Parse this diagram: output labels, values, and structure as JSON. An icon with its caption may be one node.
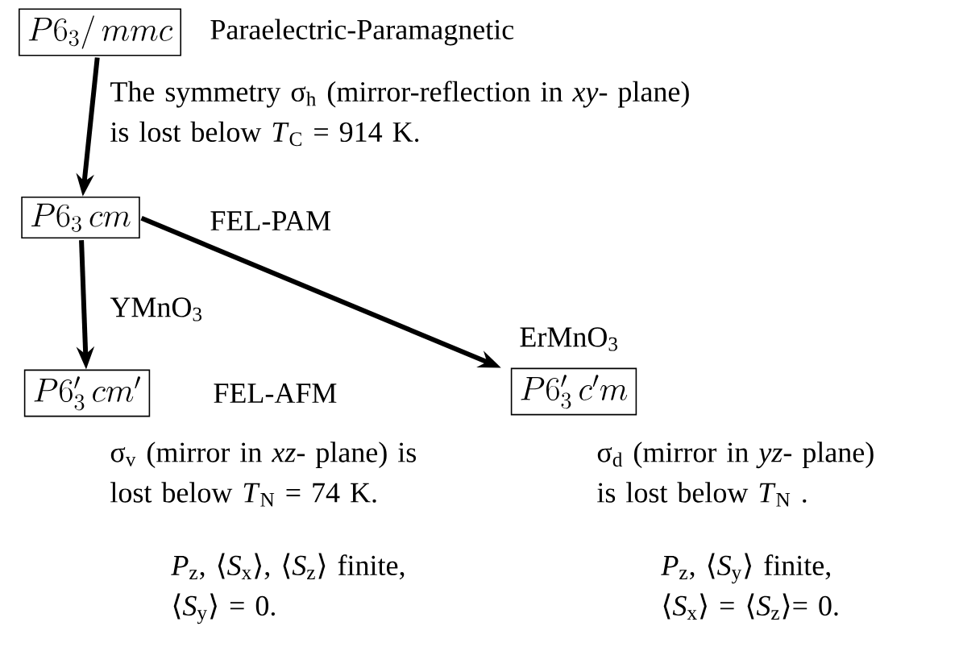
{
  "diagram": {
    "nodes": [
      {
        "text": [
          "P6_{3}/\\,mmc"
        ],
        "beside": [
          "Paraelectric-Paramagnetic"
        ]
      },
      {
        "text": [
          "P6_{3}\\,cm"
        ],
        "beside": [
          "FEL-PAM"
        ]
      },
      {
        "text": [
          "P6_{3}'\\,cm'"
        ],
        "beside": [
          "FEL-AFM"
        ]
      },
      {
        "text": [
          "P6_{3}'\\,c'm"
        ],
        "beside": [
          "ErMnO$_{3}$"
        ]
      }
    ],
    "edges": [
      {
        "from": 0,
        "to": 1,
        "arrow": "to",
        "label": "The symmetry σ$_{h}$ (mirror-reflection in *xy*- plane) is lost below *T*$_{C}$ = 914 K."
      },
      {
        "from": 1,
        "to": 2,
        "arrow": "to",
        "label": "YMnO$_{3}$"
      },
      {
        "from": 1,
        "to": 3,
        "arrow": "to"
      }
    ],
    "labels": [
      "σ$_{v}$ (mirror in *xz*- plane) is lost below *T*$_{N}$ = 74 K.",
      "σ$_{d}$ (mirror in *yz*- plane) is lost below *T*$_{N}$ .",
      "*P*$_{z}$, ⟨*S*$_{x}$⟩, ⟨*S*$_{z}$⟩ finite, ⟨*S*$_{y}$⟩ = 0.",
      "*P*$_{z}$, ⟨*S*$_{y}$⟩ finite, ⟨*S*$_{x}$⟩ = ⟨*S*$_{z}$⟩= 0."
    ]
  }
}
